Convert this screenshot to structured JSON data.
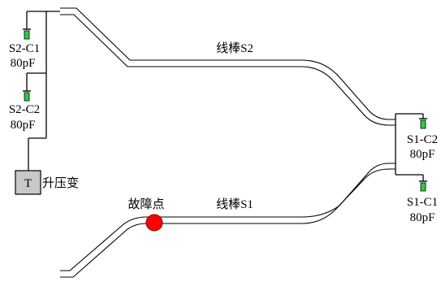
{
  "bars": {
    "s2_label": "线棒S2",
    "s1_label": "线棒S1"
  },
  "capacitors": {
    "s2_c1": {
      "name": "S2-C1",
      "value": "80pF"
    },
    "s2_c2": {
      "name": "S2-C2",
      "value": "80pF"
    },
    "s1_c2": {
      "name": "S1-C2",
      "value": "80pF"
    },
    "s1_c1": {
      "name": "S1-C1",
      "value": "80pF"
    }
  },
  "transformer": {
    "symbol": "T",
    "label": "升压变"
  },
  "fault": {
    "label": "故障点"
  },
  "colors": {
    "capacitor_fill": "#2ecc40",
    "fault_fill": "#ff0000",
    "transformer_fill": "#c8c8c8"
  }
}
